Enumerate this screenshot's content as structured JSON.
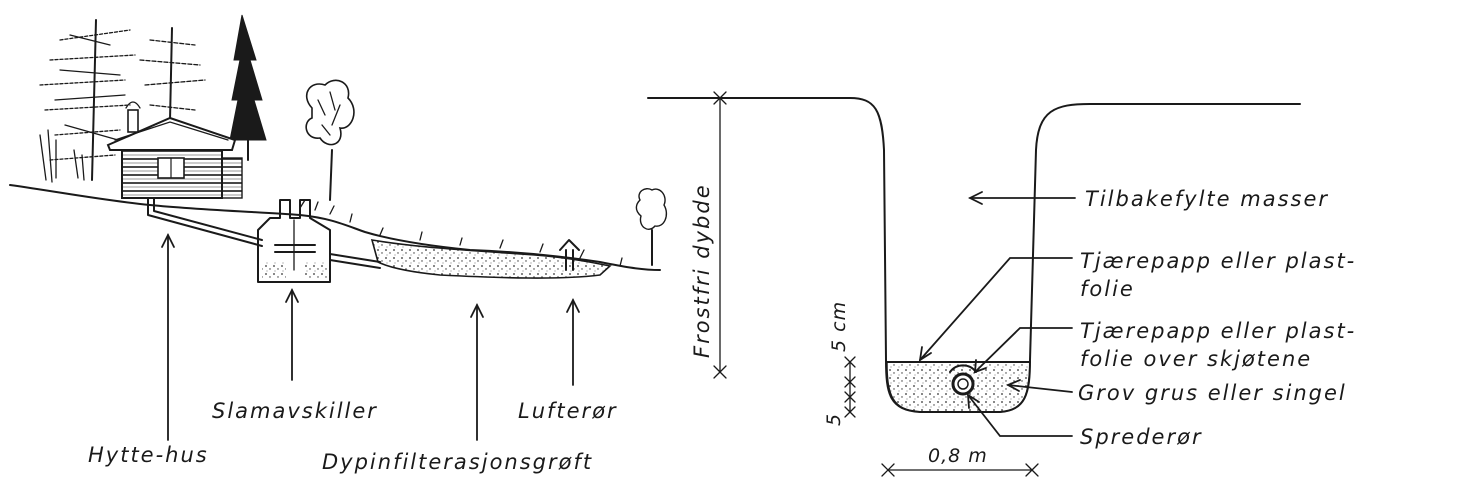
{
  "left_scene": {
    "labels": {
      "hytte_hus": "Hytte-hus",
      "slamavskiller": "Slamavskiller",
      "dypinfiltrasjon": "Dypinfilterasjonsgrøft",
      "lufteror": "Lufterør"
    }
  },
  "cross_section": {
    "depth_label": "Frostfri dybde",
    "width_label": "0,8 m",
    "dim_5cm_upper": "5 cm",
    "dim_5_lower": "5",
    "labels": {
      "backfill": "Tilbakefylte masser",
      "cover_line1": "Tjærepapp eller plast-",
      "cover_line2": "folie",
      "joints_line1": "Tjærepapp eller plast-",
      "joints_line2": "folie over skjøtene",
      "gravel": "Grov grus eller singel",
      "pipe": "Sprederør"
    }
  },
  "colors": {
    "ink": "#1a1a1a",
    "paper": "#ffffff"
  }
}
